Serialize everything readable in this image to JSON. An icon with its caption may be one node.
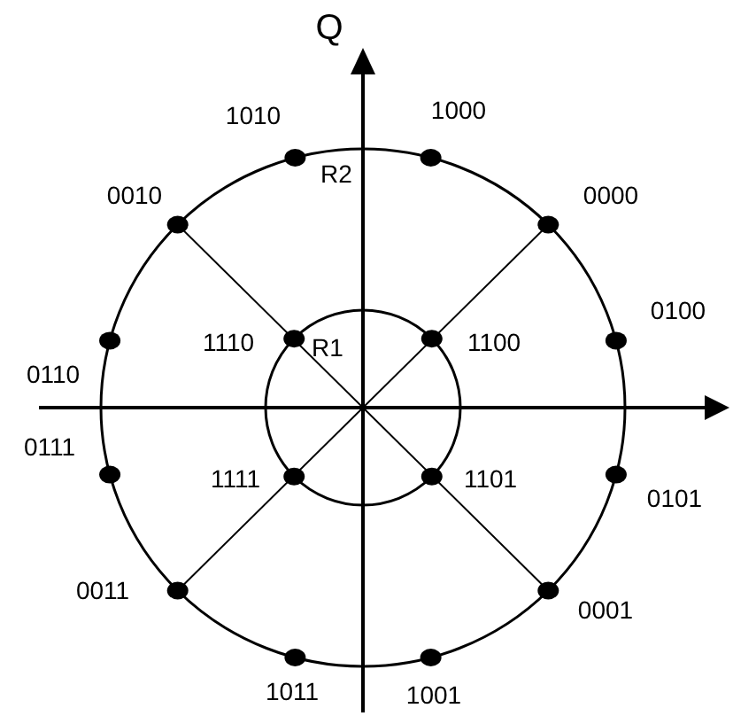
{
  "diagram": {
    "labels": [
      "Q",
      "1010",
      "1000",
      "R2",
      "0010",
      "0000",
      "0100",
      "1110",
      "R1",
      "1100",
      "0110",
      "0111",
      "1111",
      "1101",
      "0101",
      "0011",
      "0001",
      "1011",
      "1001"
    ]
  }
}
